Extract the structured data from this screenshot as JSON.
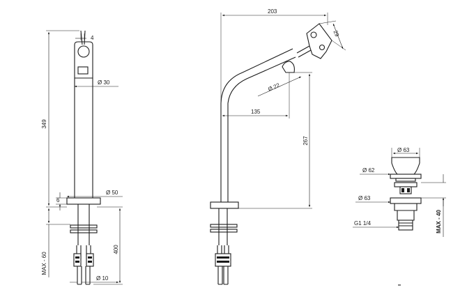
{
  "front_view": {
    "dims": {
      "height_total": "349",
      "top_offset": "4",
      "body_diameter": "Ø 30",
      "base_diameter": "Ø 50",
      "base_thickness": "6",
      "max_deck": "MAX - 60",
      "hose_length": "400",
      "hose_diameter": "Ø 10"
    }
  },
  "side_view": {
    "dims": {
      "reach": "203",
      "handle_size": "29",
      "outlet_diameter": "Ø 22",
      "spout_reach": "135",
      "spout_height": "267"
    }
  },
  "waste_view": {
    "dims": {
      "top_diameter": "Ø 63",
      "cap_diameter": "Ø 62",
      "flange_diameter": "Ø 63",
      "thread": "G1 1/4",
      "max_thickness": "MAX - 40"
    }
  },
  "colors": {
    "line": "#1a1a1a",
    "background": "#ffffff"
  }
}
